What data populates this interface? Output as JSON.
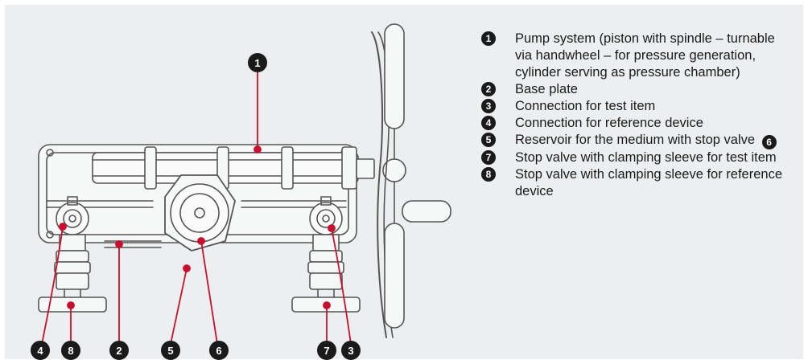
{
  "legend": [
    {
      "number": "1",
      "text": "Pump system (piston with spindle – turnable via handwheel – for pressure generation, cylinder serving as pressure chamber)"
    },
    {
      "number": "2",
      "text": "Base plate"
    },
    {
      "number": "3",
      "text": "Connection for test item"
    },
    {
      "number": "4",
      "text": "Connection for reference device"
    },
    {
      "number": "5",
      "text": "Reservoir for the medium with stop valve",
      "suffix_number": "6"
    },
    {
      "number": "7",
      "text": "Stop valve with clamping sleeve for test item"
    },
    {
      "number": "8",
      "text": "Stop valve with clamping sleeve for reference device"
    }
  ],
  "callouts": {
    "c1": "1",
    "c2": "2",
    "c3": "3",
    "c4": "4",
    "c5": "5",
    "c6": "6",
    "c7": "7",
    "c8": "8"
  },
  "colors": {
    "panel_background": "#eceeef",
    "leader_line": "#c8102e",
    "callout_fill": "#1a1a1a",
    "drawing_line": "#555555"
  }
}
